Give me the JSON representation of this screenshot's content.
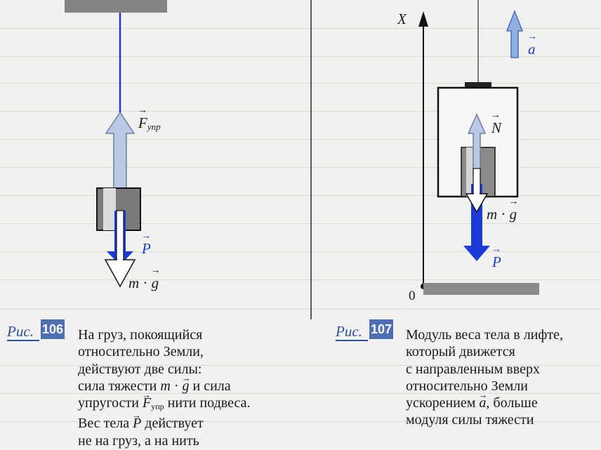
{
  "left_figure": {
    "force_elastic": {
      "symbol": "F",
      "subscript": "упр"
    },
    "weight": {
      "symbol": "P"
    },
    "gravity": {
      "mass": "m",
      "dot": "·",
      "g": "g"
    }
  },
  "right_figure": {
    "axis_label": "X",
    "origin_label": "0",
    "acceleration": {
      "symbol": "a"
    },
    "normal": {
      "symbol": "N"
    },
    "weight": {
      "symbol": "P"
    },
    "gravity": {
      "mass": "m",
      "dot": "·",
      "g": "g"
    }
  },
  "captions": [
    {
      "label": "Рис.",
      "number": "106",
      "lines": {
        "l1": "На груз, покоящийся",
        "l2": "относительно Земли,",
        "l3": "действуют две силы:",
        "l4a": "сила тяжести",
        "l4m": "m",
        "l4dot": "·",
        "l4g": "g",
        "l4b": "и сила",
        "l5a": "упругости",
        "l5F": "F",
        "l5sub": "упр",
        "l5b": "нити подвеса.",
        "l6a": "Вес тела",
        "l6P": "P",
        "l6b": "действует",
        "l7": "не на груз, а на нить"
      }
    },
    {
      "label": "Рис.",
      "number": "107",
      "lines": {
        "l1": "Модуль веса тела в лифте,",
        "l2": "который движется",
        "l3": "с направленным вверх",
        "l4": "относительно Земли",
        "l5a": "ускорением",
        "l5v": "a",
        "l5b": ", больше",
        "l6": "модуля силы тяжести"
      }
    }
  ],
  "colors": {
    "blue_arrow": "#1c3ad6",
    "light_arrow": "#b9c9e6",
    "light_arrow_edge": "#6f7f9a",
    "caption_blue": "#4f6fb4"
  }
}
